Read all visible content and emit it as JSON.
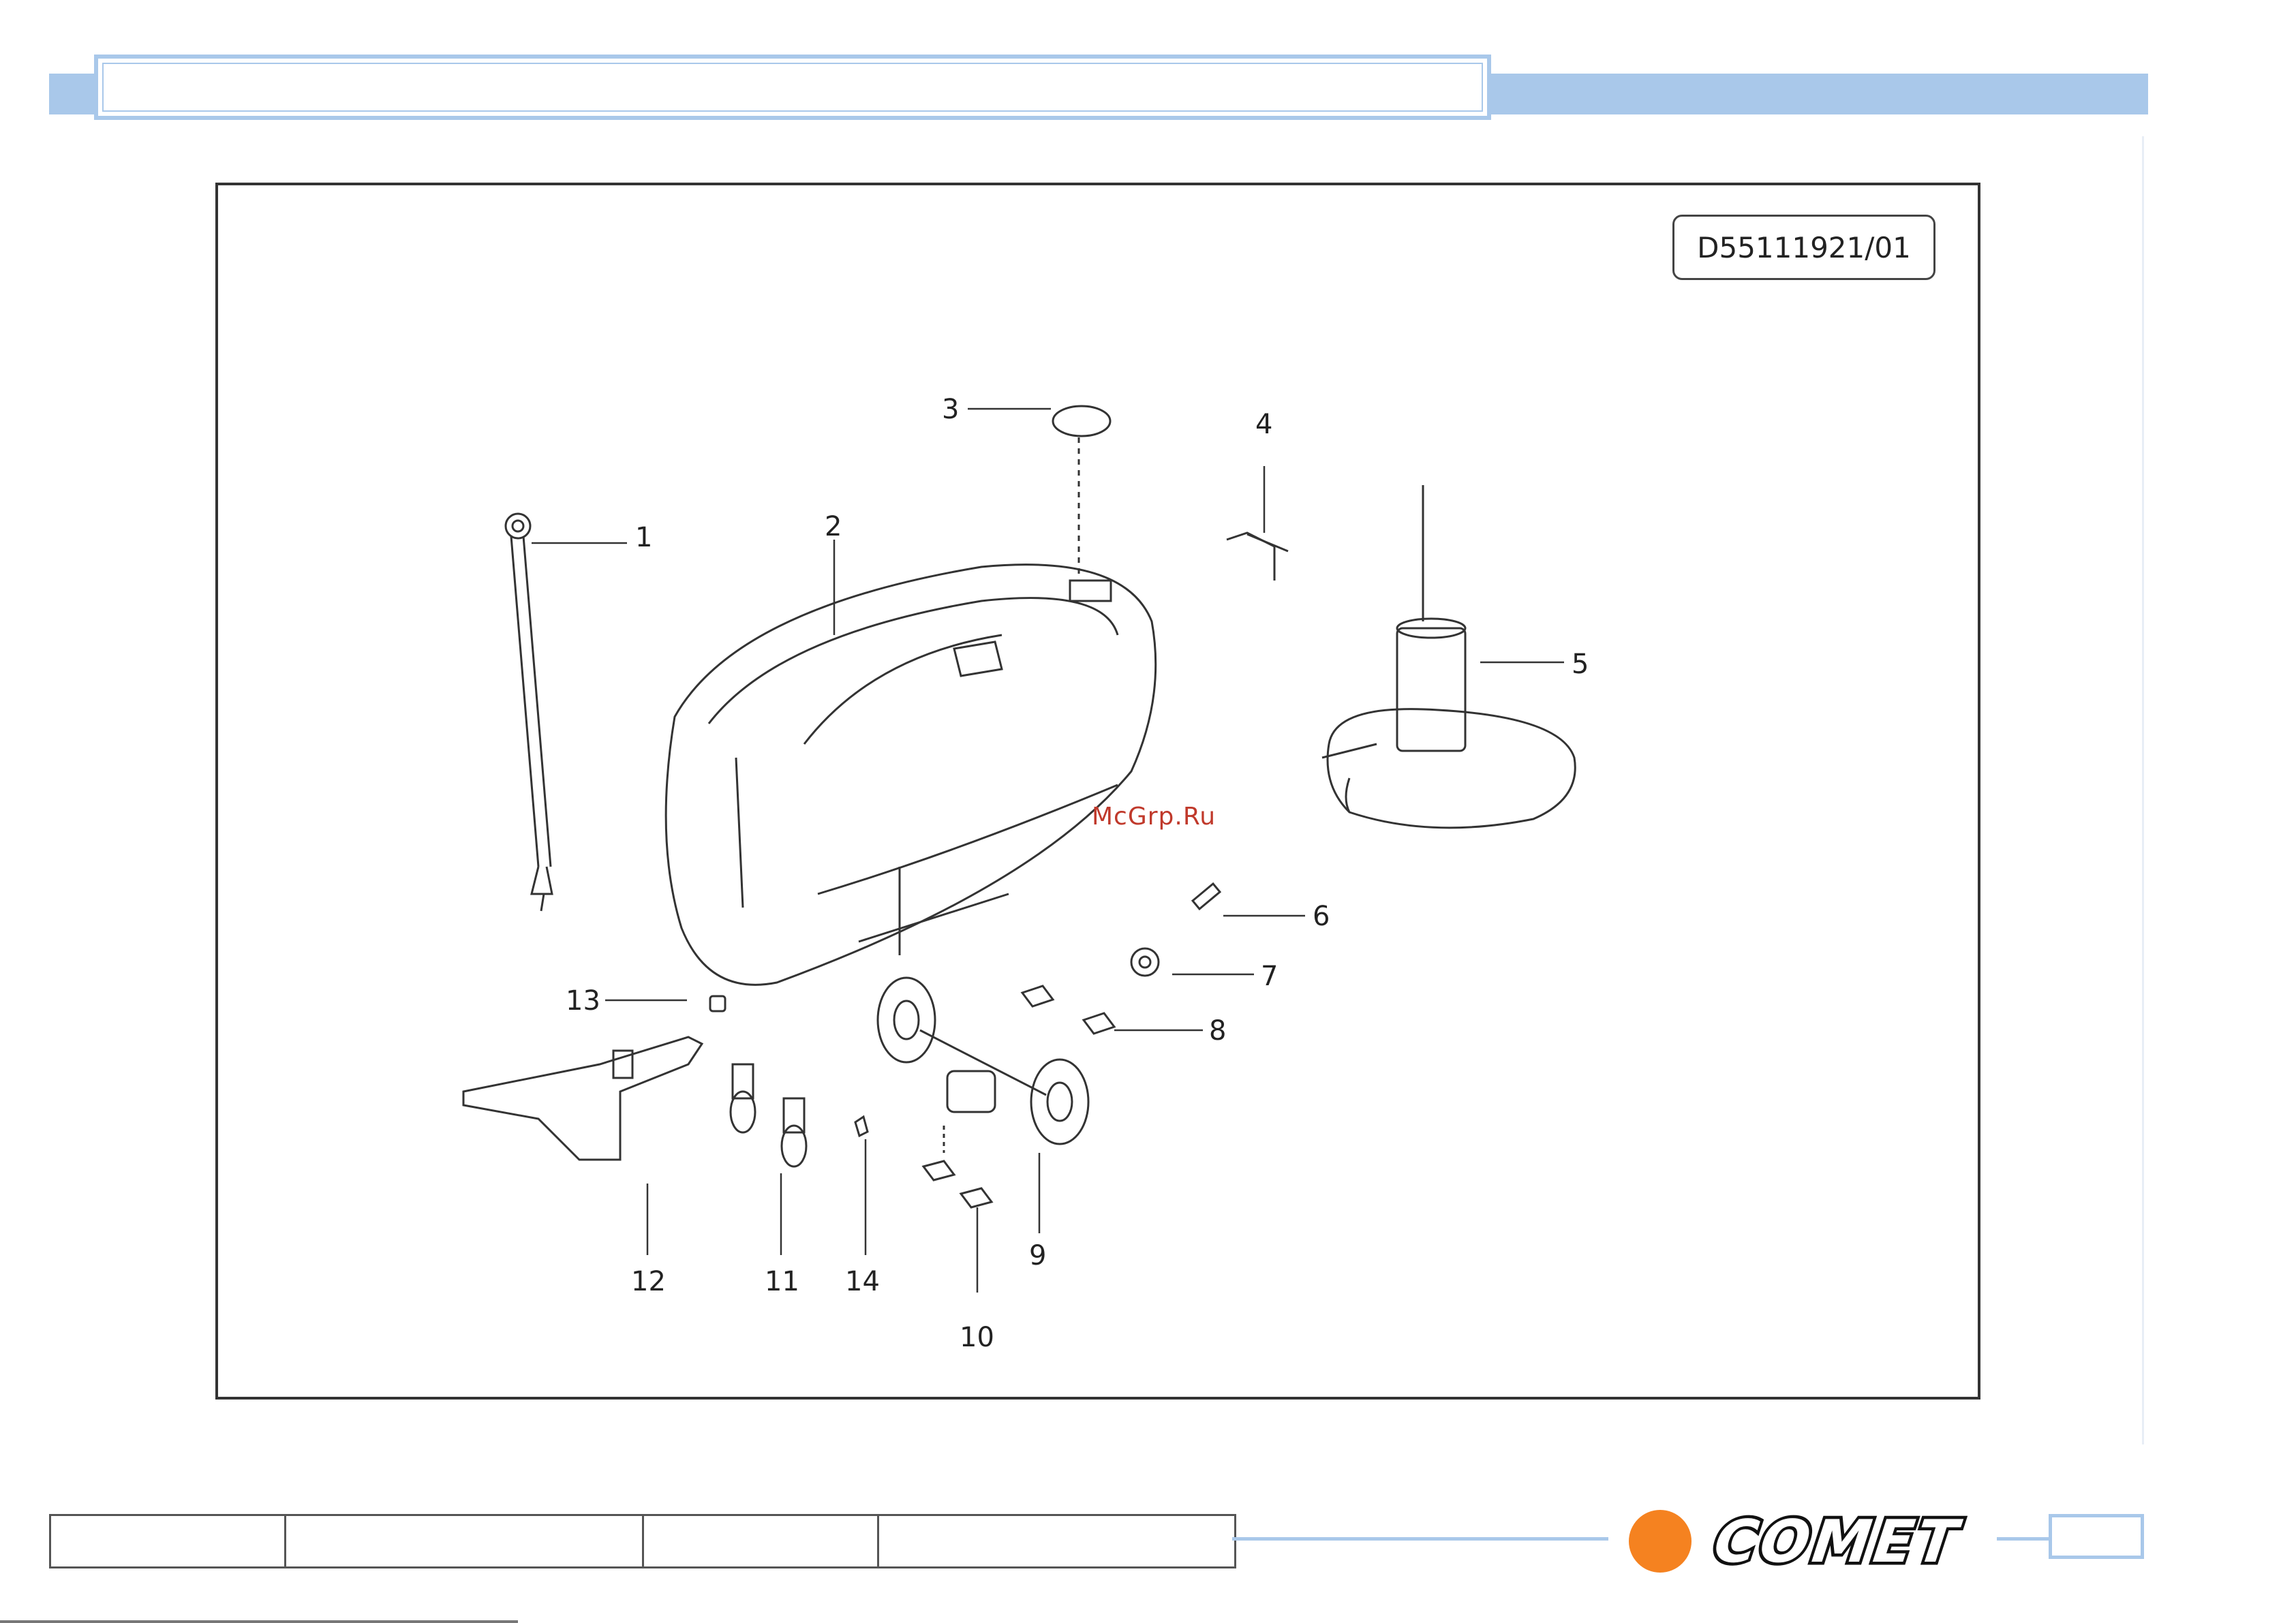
{
  "header": {
    "title": ""
  },
  "drawing": {
    "code": "D55111921/01",
    "watermark": "McGrp.Ru",
    "callouts": [
      "1",
      "2",
      "3",
      "4",
      "5",
      "6",
      "7",
      "8",
      "9",
      "10",
      "11",
      "12",
      "13",
      "14"
    ]
  },
  "footer": {
    "cells": [
      "",
      "",
      "",
      ""
    ],
    "brand": "COMET",
    "page_number": ""
  },
  "colors": {
    "accent": "#a9c8ea",
    "brand_orange": "#f58220",
    "line": "#333333"
  }
}
